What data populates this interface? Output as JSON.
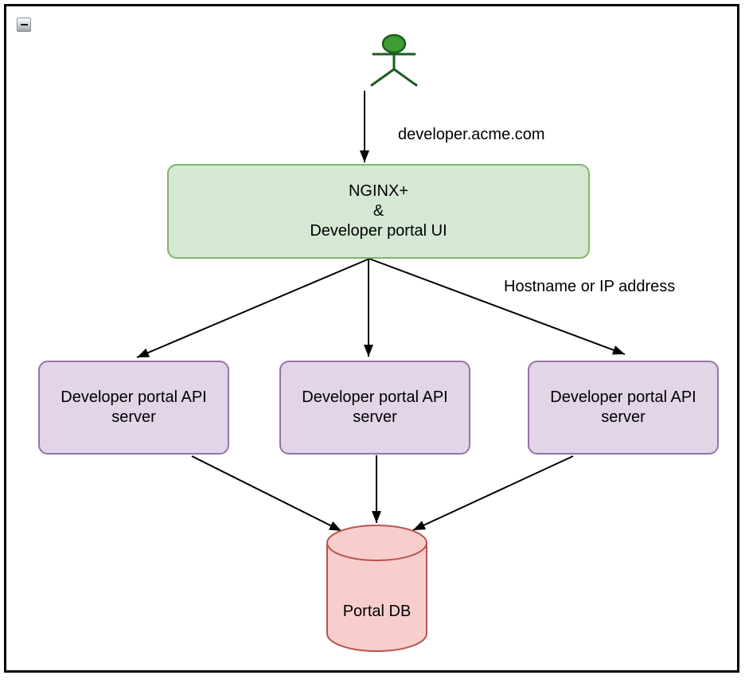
{
  "window": {
    "collapse_button": {
      "icon": "minus",
      "state": "expanded"
    }
  },
  "diagram": {
    "actor": {
      "type": "person",
      "fill": "#3f9c35",
      "stroke": "#1f5b1f"
    },
    "gateway": {
      "label": "NGINX+\n&\nDeveloper portal UI",
      "fill": "#d5e8d4",
      "stroke": "#82b366"
    },
    "servers": [
      {
        "label": "Developer portal API server"
      },
      {
        "label": "Developer portal API server"
      },
      {
        "label": "Developer portal API server"
      }
    ],
    "server_style": {
      "fill": "#e1d5e7",
      "stroke": "#9673a6"
    },
    "database": {
      "label": "Portal DB",
      "fill": "#f8cecc",
      "stroke": "#b85450"
    },
    "edge_labels": {
      "user_request": "developer.acme.com",
      "routing": "Hostname or IP address"
    },
    "edges": [
      {
        "from": "user-actor",
        "to": "gateway",
        "label": "developer.acme.com"
      },
      {
        "from": "gateway",
        "to": "server-1"
      },
      {
        "from": "gateway",
        "to": "server-2"
      },
      {
        "from": "gateway",
        "to": "server-3",
        "label": "Hostname or IP address"
      },
      {
        "from": "server-1",
        "to": "database"
      },
      {
        "from": "server-2",
        "to": "database"
      },
      {
        "from": "server-3",
        "to": "database"
      }
    ],
    "edge_color": "#000000"
  }
}
